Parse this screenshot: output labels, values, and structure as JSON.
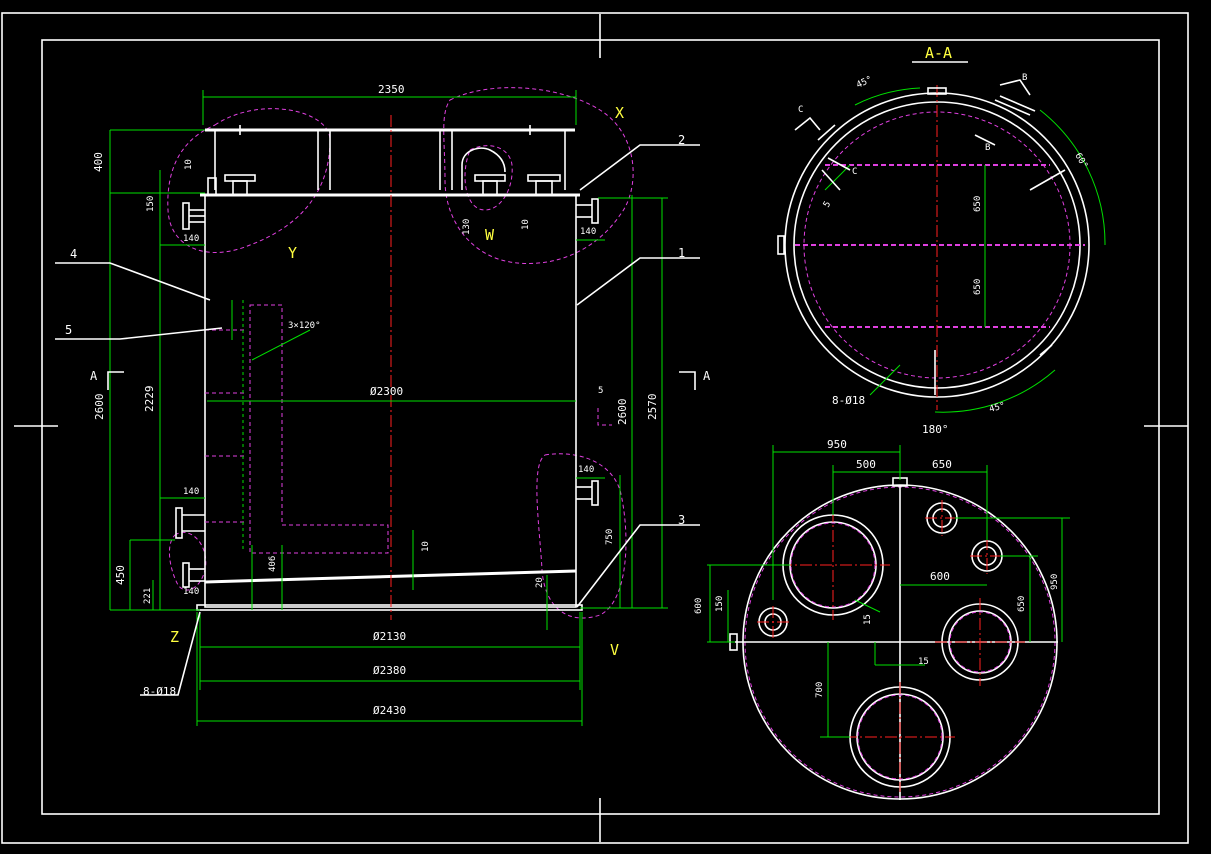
{
  "colors": {
    "background": "#000000",
    "dimension": "#00e000",
    "outline": "#ffffff",
    "centerline": "#ff2020",
    "hidden": "#e040e0",
    "label": "#ffff40"
  },
  "front_view": {
    "dims": {
      "top_width": "2350",
      "height_400": "400",
      "height_150": "150",
      "nozzle_10a": "10",
      "nozzle_140a": "140",
      "height_2600": "2600",
      "height_2229": "2229",
      "dia_2300": "Ø2300",
      "nozzle_140b": "140",
      "height_450": "450",
      "height_221": "221",
      "nozzle_140c": "140",
      "dim_406": "406",
      "dim_10c": "10",
      "dim_20": "20",
      "nozzle_140d": "140",
      "dim_750": "750",
      "right_2600": "2600",
      "right_2570": "2570",
      "nozzle_130": "130",
      "nozzle_10b": "10",
      "nozzle_140e": "140",
      "dia_2130": "Ø2130",
      "dia_2380": "Ø2380",
      "dia_2430": "Ø2430",
      "bolts": "8-Ø18",
      "weld": "3×120°"
    },
    "leaders": {
      "p1": "1",
      "p2": "2",
      "p3": "3",
      "p4": "4",
      "p5": "5"
    },
    "detail_labels": {
      "x": "X",
      "y": "Y",
      "w": "W",
      "z": "Z",
      "v": "V"
    },
    "section_marks": {
      "left": "A",
      "right": "A",
      "five": "5"
    }
  },
  "section_view": {
    "title": "A-A",
    "dims": {
      "angle_45a": "45°",
      "angle_60": "60°",
      "d_650a": "650",
      "d_650b": "650",
      "d_5": "5",
      "angle_45b": "45°",
      "angle_180": "180°",
      "bolts": "8-Ø18"
    },
    "marks": {
      "b1": "B",
      "b2": "B",
      "c1": "C",
      "c2": "C"
    }
  },
  "plan_view": {
    "dims": {
      "d_950": "950",
      "d_500": "500",
      "d_650a": "650",
      "d_600a": "600",
      "d_150": "150",
      "d_600b": "600",
      "d_15a": "15",
      "d_15b": "15",
      "d_650b": "650",
      "d_950b": "950",
      "d_700": "700"
    }
  }
}
